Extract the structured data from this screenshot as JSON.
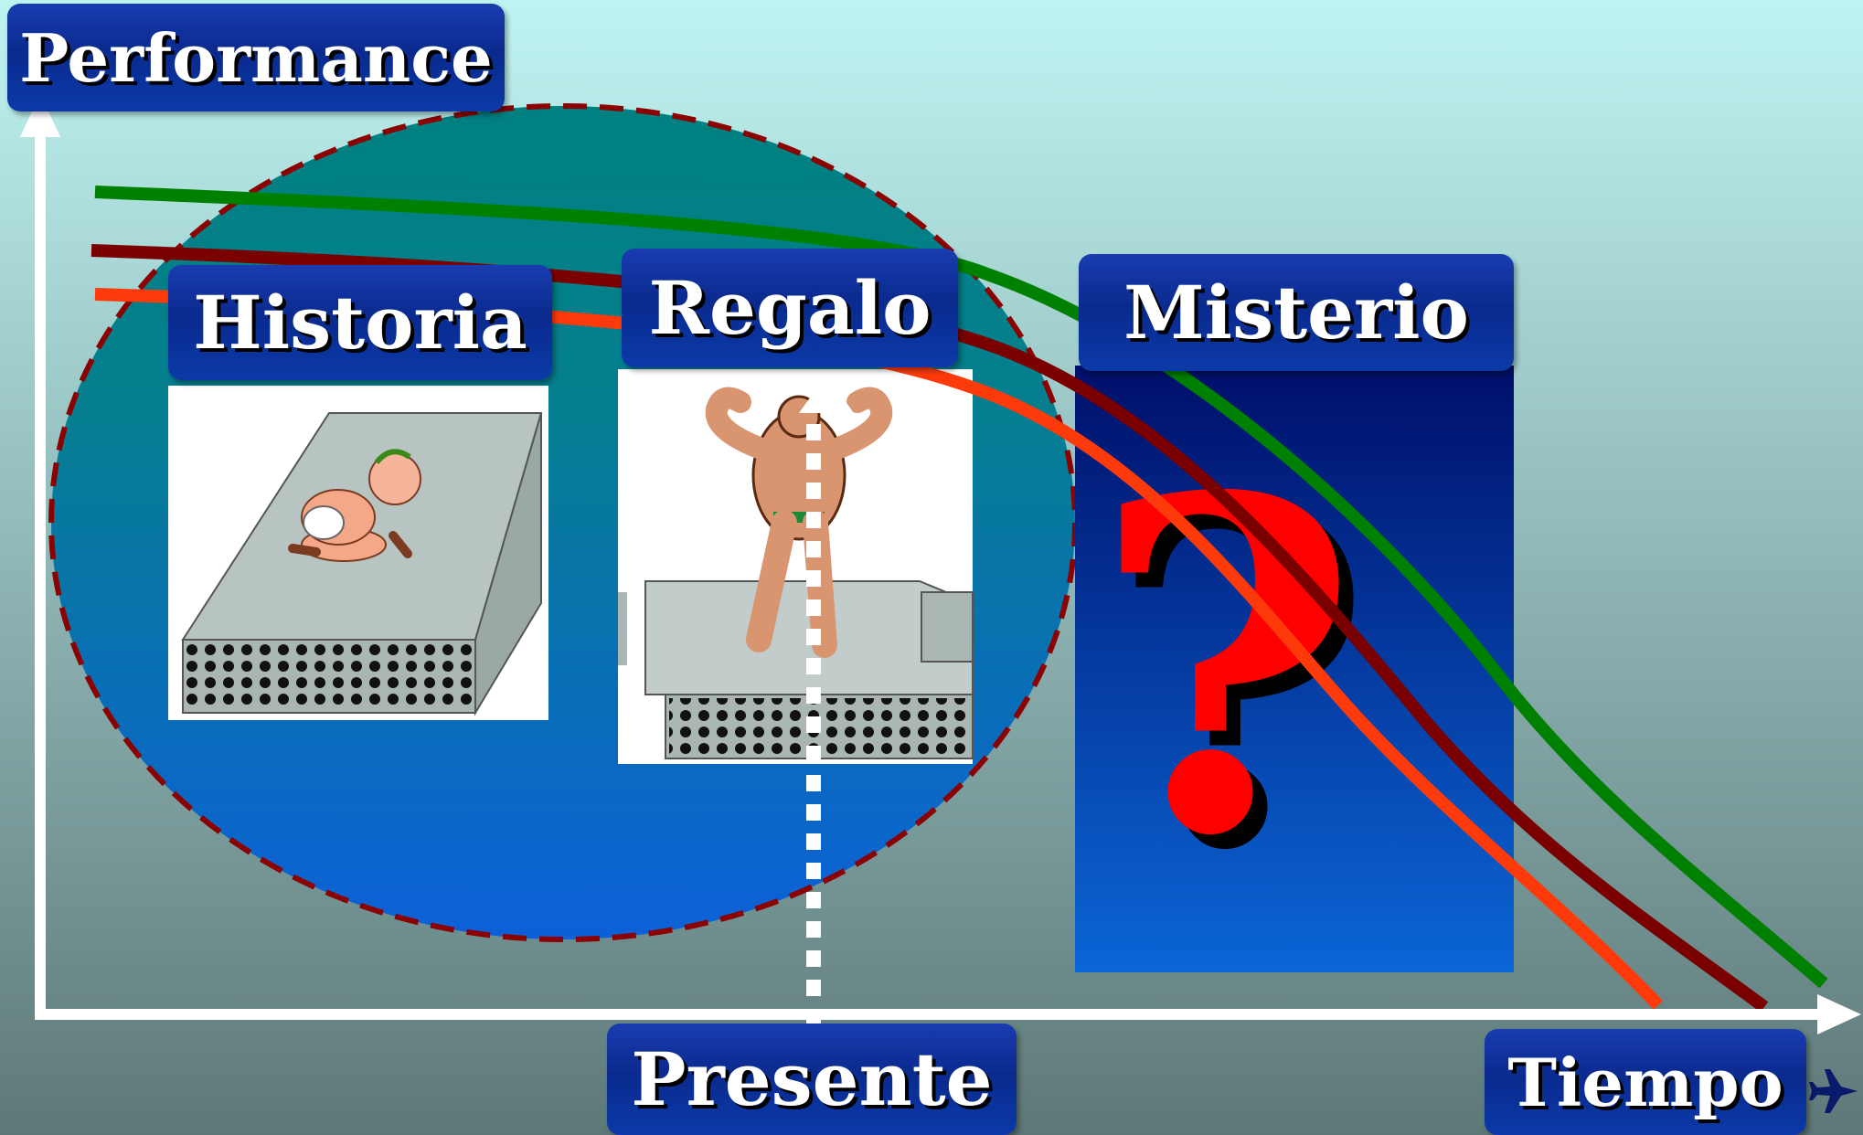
{
  "labels": {
    "performance": "Performance",
    "historia": "Historia",
    "regalo": "Regalo",
    "misterio": "Misterio",
    "presente": "Presente",
    "tiempo": "Tiempo"
  },
  "colors": {
    "bg_top": "#bff4f2",
    "bg_bottom": "#5e7878",
    "ellipse_top": "#008080",
    "ellipse_bottom": "#0c60d8",
    "ellipse_border": "#8b0000",
    "mystery_top": "#000f6a",
    "mystery_bottom": "#0b66d6",
    "curve_green": "#008000",
    "curve_darkred": "#7a0000",
    "curve_orange": "#ff3a0a",
    "question_mark": "#ff0000"
  },
  "icons": [
    "baby-on-block-image",
    "bodybuilder-on-block-image",
    "question-mark-icon",
    "airplane-icon"
  ]
}
